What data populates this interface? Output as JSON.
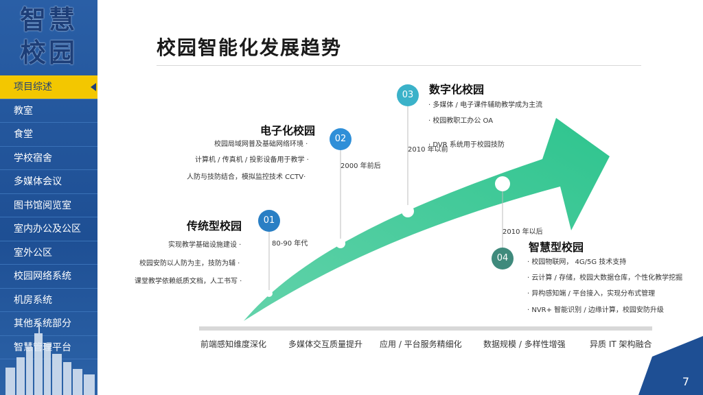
{
  "sidebar": {
    "title_line1": "智慧",
    "title_line2": "校园",
    "items": [
      {
        "label": "项目综述",
        "active": true
      },
      {
        "label": "教室"
      },
      {
        "label": "食堂"
      },
      {
        "label": "学校宿舍"
      },
      {
        "label": "多媒体会议"
      },
      {
        "label": "图书馆阅览室"
      },
      {
        "label": "室内办公及公区"
      },
      {
        "label": "室外公区"
      },
      {
        "label": "校园网络系统"
      },
      {
        "label": "机房系统"
      },
      {
        "label": "其他系统部分"
      },
      {
        "label": "智慧管理平台"
      }
    ]
  },
  "main": {
    "title": "校园智能化发展趋势",
    "page_number": "7"
  },
  "stages": [
    {
      "num": "01",
      "name": "传统型校园",
      "year": "80-90 年代",
      "bullets": [
        "实现教学基础设施建设 ·",
        "校园安防以人防为主，技防为辅 ·",
        "课堂教学依赖纸质文档，人工书写 ·"
      ]
    },
    {
      "num": "02",
      "name": "电子化校园",
      "year": "2000 年前后",
      "bullets": [
        "校园局域网普及基础网络环境 ·",
        "计算机 / 传真机 / 投影设备用于教学 ·",
        "人防与技防结合，模拟监控技术 CCTV·"
      ]
    },
    {
      "num": "03",
      "name": "数字化校园",
      "year": "2010 年以前",
      "bullets": [
        "· 多媒体 / 电子课件辅助教学成为主流",
        "· 校园教职工办公 OA",
        "· DVR 系统用于校园技防"
      ]
    },
    {
      "num": "04",
      "name": "智慧型校园",
      "year": "2010 年以后",
      "bullets": [
        "· 校园物联网，  4G/5G 技术支持",
        "· 云计算 / 存储，校园大数据仓库，个性化教学挖掘",
        "· 异构感知端 / 平台接入，实现分布式管理",
        "· NVR+ 智能识别 / 边缘计算，校园安防升级"
      ]
    }
  ],
  "footer_labels": [
    "前端感知维度深化",
    "多媒体交互质量提升",
    "应用 / 平台服务精细化",
    "数据规模 / 多样性增强",
    "异质 IT 架构融合"
  ],
  "colors": {
    "sidebar_blue": "#2a5fa6",
    "active_yellow": "#f3c700",
    "arrow_green": "#2ec48e",
    "badge_blue_01": "#2a7fc4",
    "badge_blue_02": "#2f8fd8",
    "badge_teal_03": "#3bb2c9",
    "badge_green_04": "#3f8a7c"
  }
}
